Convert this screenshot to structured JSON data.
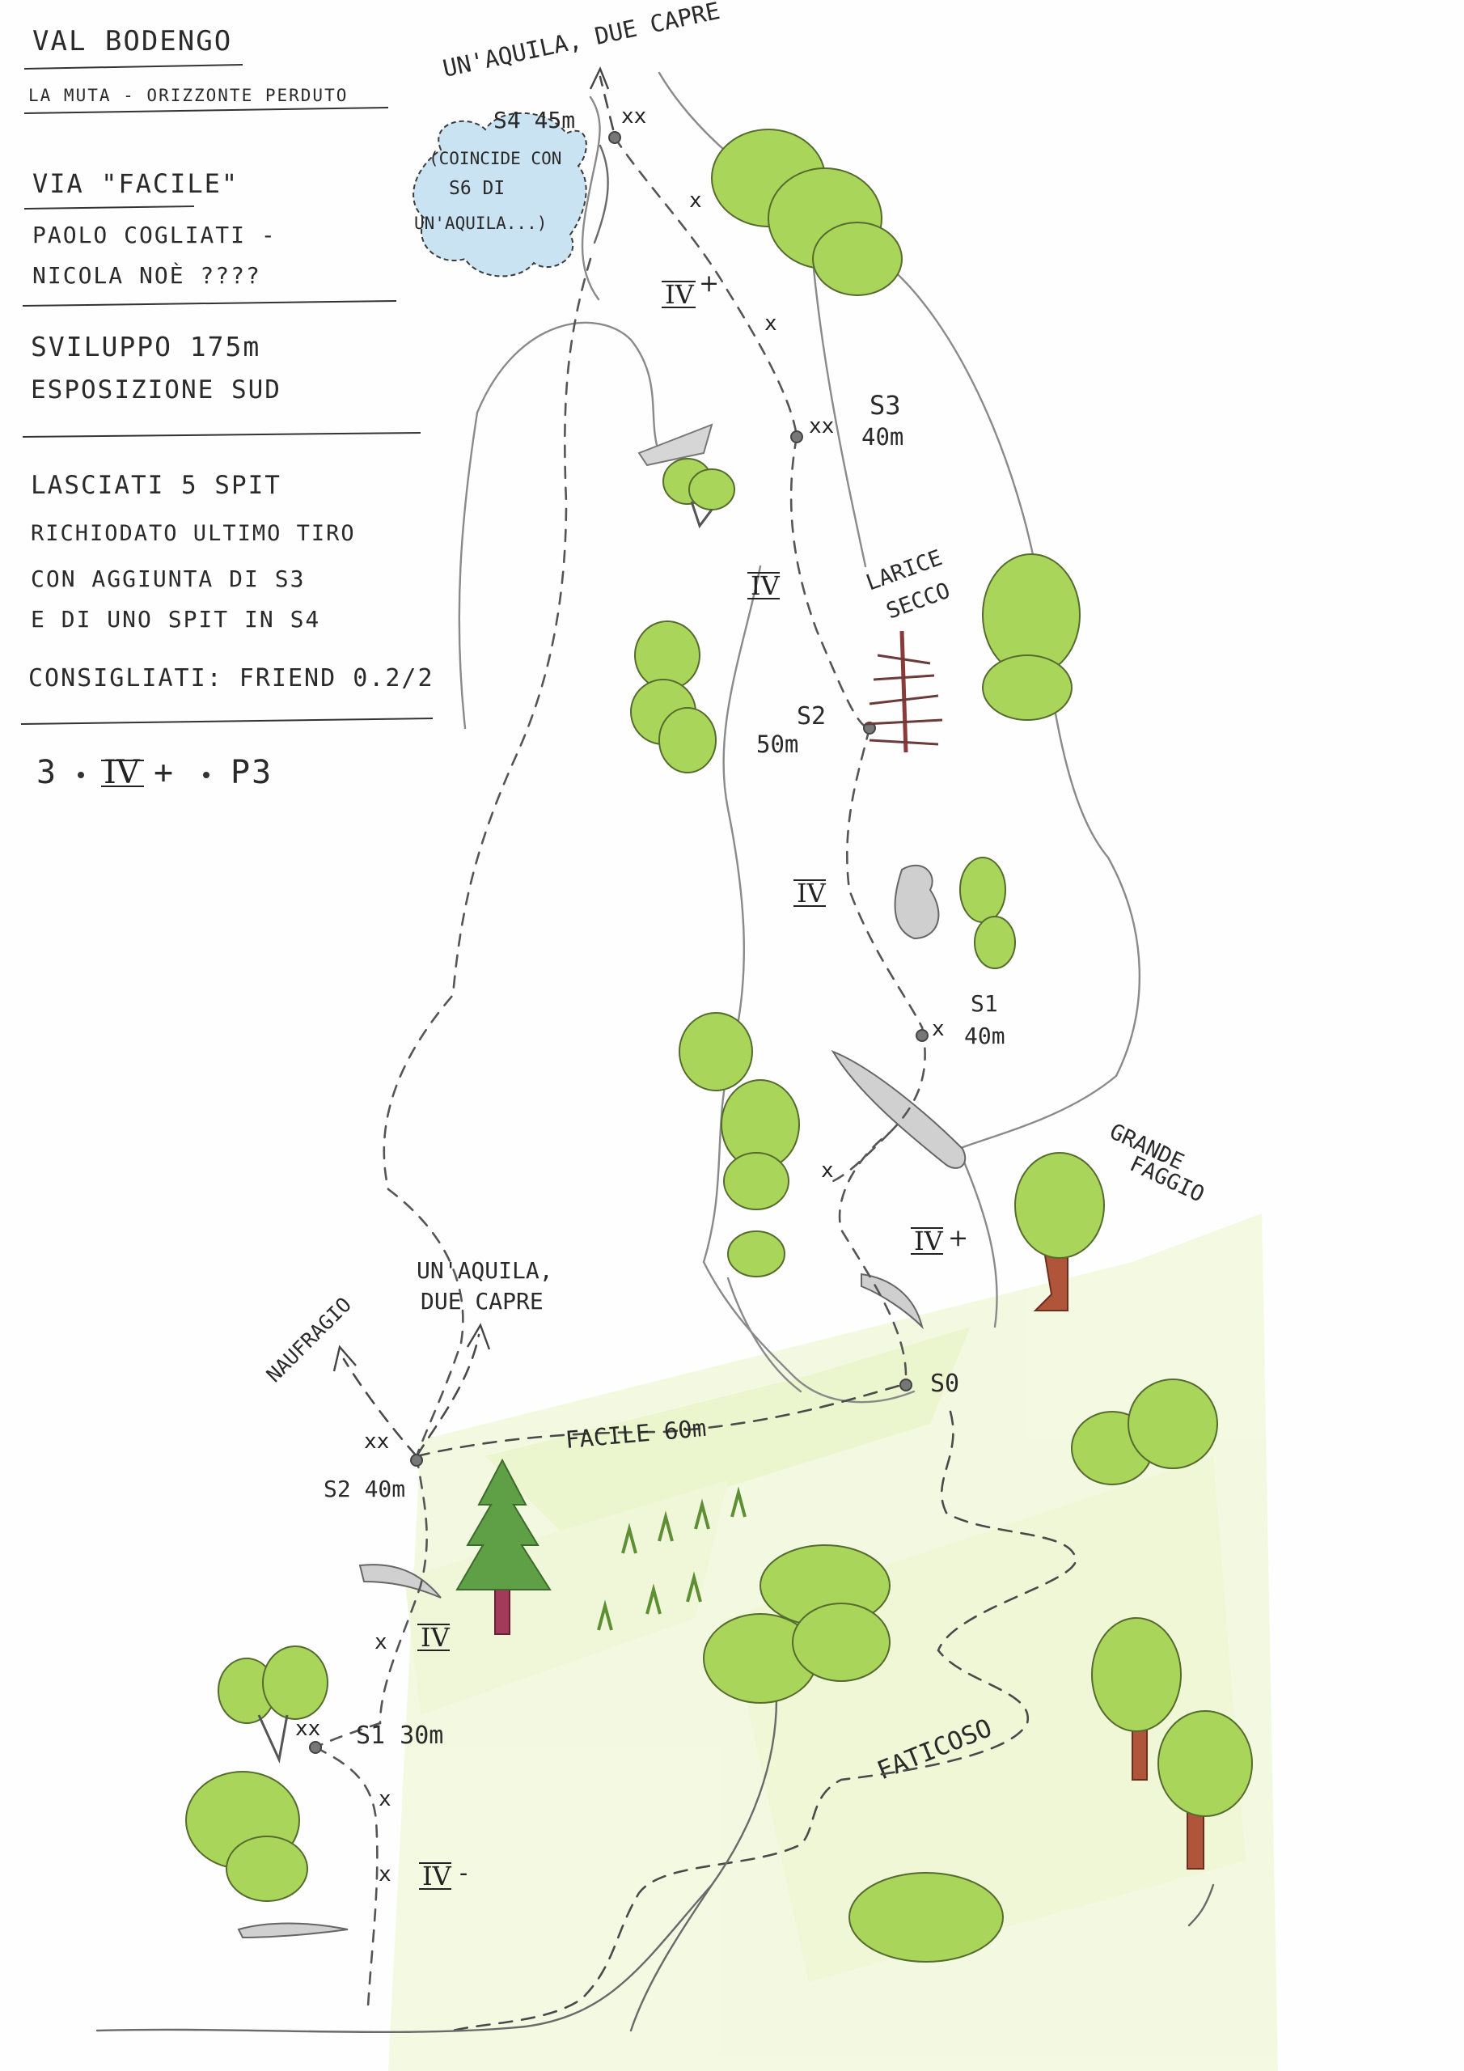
{
  "header": {
    "valley": "VAL BODENGO",
    "sector": "LA MUTA - ORIZZONTE PERDUTO",
    "route": "VIA \"FACILE\"",
    "authors_1": "PAOLO COGLIATI -",
    "authors_2": "NICOLA NOÈ ????"
  },
  "stats": {
    "length": "SVILUPPO 175m",
    "exposure": "ESPOSIZIONE SUD"
  },
  "notes": {
    "line1": "LASCIATI 5 SPIT",
    "line2": "RICHIODATO ULTIMO TIRO",
    "line3": "CON AGGIUNTA DI S3",
    "line4": "E DI UNO SPIT IN S4",
    "gear": "CONSIGLIATI: FRIEND 0.2/2"
  },
  "rating": {
    "count": "3",
    "grade": "IV",
    "plus": "+",
    "protection": "P3"
  },
  "labels": {
    "exit_top": "UN'AQUILA, DUE CAPRE",
    "s4": "S4 45m",
    "cloud_1": "(COINCIDE CON",
    "cloud_2": "S6 DI",
    "cloud_3": "UN'AQUILA...)",
    "s3": "S3",
    "s3_len": "40m",
    "larice_1": "LARICE",
    "larice_2": "SECCO",
    "s2": "S2",
    "s2_len": "50m",
    "s1": "S1",
    "s1_len": "40m",
    "faggio_1": "GRANDE",
    "faggio_2": "FAGGIO",
    "s0": "S0",
    "facile": "FACILE 60m",
    "aquila_1": "UN'AQUILA,",
    "aquila_2": "DUE CAPRE",
    "naufragio": "NAUFRAGIO",
    "left_s2": "S2 40m",
    "left_s1": "S1 30m",
    "faticoso": "FATICOSO"
  },
  "grades": {
    "p4": "IV",
    "p4_plus": "+",
    "p3": "IV",
    "p2": "IV",
    "p1": "IV",
    "p1_plus": "+",
    "left_p2": "IV",
    "left_p1": "IV",
    "left_p1_minus": "-"
  },
  "bolts": {
    "double": "xx",
    "single": "x"
  },
  "colors": {
    "tree_foliage": "#a9d65a",
    "meadow": "#d9ec9c",
    "cloud": "#c9e3f2",
    "trunk": "#b0553a",
    "pine": "#5f9f45"
  }
}
